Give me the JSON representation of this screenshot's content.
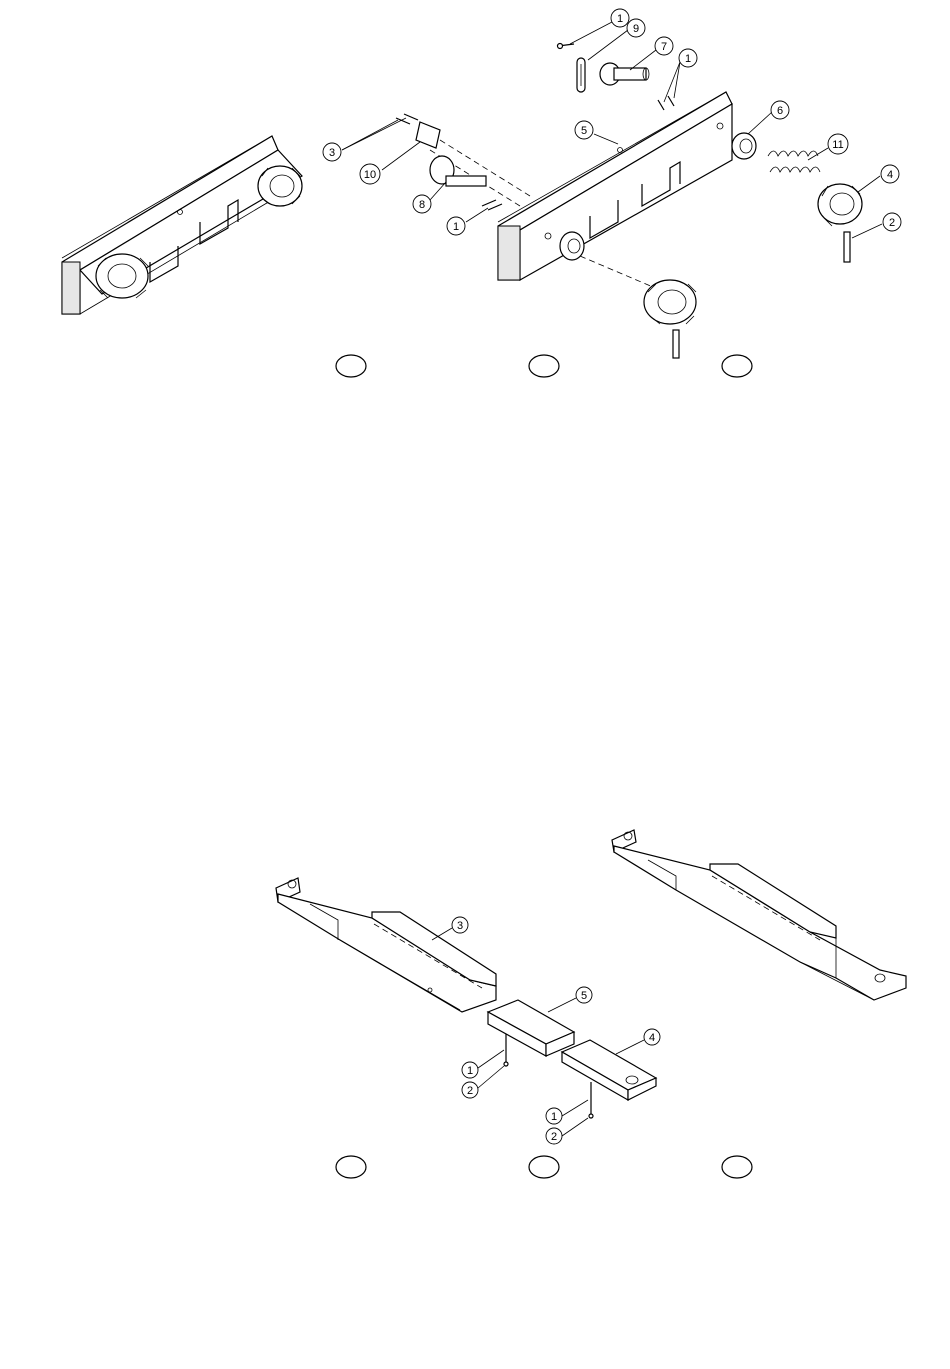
{
  "diagram_top": {
    "callouts": [
      {
        "id": "c1a",
        "label": "1"
      },
      {
        "id": "c9",
        "label": "9"
      },
      {
        "id": "c7",
        "label": "7"
      },
      {
        "id": "c1b",
        "label": "1"
      },
      {
        "id": "c3",
        "label": "3"
      },
      {
        "id": "c5",
        "label": "5"
      },
      {
        "id": "c6",
        "label": "6"
      },
      {
        "id": "c11",
        "label": "11"
      },
      {
        "id": "c10",
        "label": "10"
      },
      {
        "id": "c4",
        "label": "4"
      },
      {
        "id": "c8",
        "label": "8"
      },
      {
        "id": "c1c",
        "label": "1"
      },
      {
        "id": "c2",
        "label": "2"
      }
    ]
  },
  "diagram_bottom": {
    "callouts": [
      {
        "id": "b3",
        "label": "3"
      },
      {
        "id": "b5",
        "label": "5"
      },
      {
        "id": "b4",
        "label": "4"
      },
      {
        "id": "b1a",
        "label": "1"
      },
      {
        "id": "b2a",
        "label": "2"
      },
      {
        "id": "b1b",
        "label": "1"
      },
      {
        "id": "b2b",
        "label": "2"
      }
    ]
  }
}
